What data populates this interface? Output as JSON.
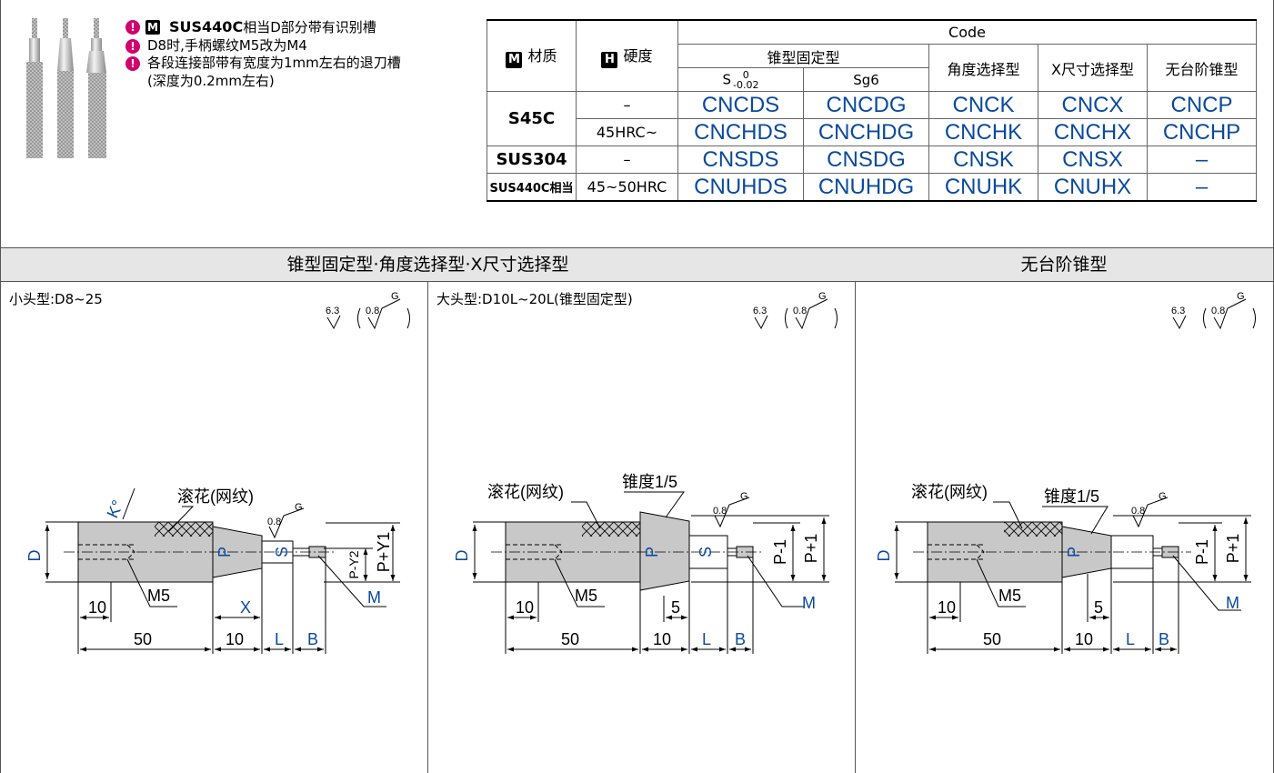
{
  "notes": [
    {
      "mark": "M",
      "bold": "SUS440C",
      "text": "相当D部分带有识别槽"
    },
    {
      "text": "D8时,手柄螺纹M5改为M4"
    },
    {
      "text": "各段连接部带有宽度为1mm左右的退刀槽"
    },
    {
      "text": "(深度为0.2mm左右)"
    }
  ],
  "table": {
    "mat_label": "材质",
    "hard_label": "硬度",
    "mat_icon": "M",
    "hard_icon": "H",
    "code": "Code",
    "taper_fixed": "锥型固定型",
    "s_tol": "S",
    "s_sup": "0",
    "s_sub": "-0.02",
    "sg6": "Sg6",
    "angle": "角度选择型",
    "xsize": "X尺寸选择型",
    "nostep": "无台阶锥型",
    "rows": [
      {
        "mat": "S45C",
        "hard": "–",
        "c1": "CNCDS",
        "c2": "CNCDG",
        "c3": "CNCK",
        "c4": "CNCX",
        "c5": "CNCP"
      },
      {
        "mat": "",
        "hard": "45HRC~",
        "c1": "CNCHDS",
        "c2": "CNCHDG",
        "c3": "CNCHK",
        "c4": "CNCHX",
        "c5": "CNCHP"
      },
      {
        "mat": "SUS304",
        "hard": "–",
        "c1": "CNSDS",
        "c2": "CNSDG",
        "c3": "CNSK",
        "c4": "CNSX",
        "c5": "–"
      },
      {
        "mat": "SUS440C相当",
        "hard": "45~50HRC",
        "c1": "CNUHDS",
        "c2": "CNUHDG",
        "c3": "CNUHK",
        "c4": "CNUHX",
        "c5": "–"
      }
    ]
  },
  "panels": {
    "left_title": "锥型固定型·角度选择型·X尺寸选择型",
    "right_title": "无台阶锥型",
    "sub1": "小头型:D8~25",
    "sub2": "大头型:D10L~20L(锥型固定型)"
  },
  "drawing": {
    "rough1": "6.3",
    "rough2": "0.8",
    "g": "G",
    "knurl": "滚花(网纹)",
    "taper": "锥度1/5",
    "D": "D",
    "P": "P",
    "S": "S",
    "M": "M",
    "K": "K°",
    "M5": "M5",
    "X": "X",
    "L": "L",
    "B": "B",
    "dim10": "10",
    "dim50": "50",
    "dim5": "5",
    "py2": "P-Y2",
    "py1": "P+Y1",
    "pm1": "P-1",
    "pp1": "P+1"
  },
  "colors": {
    "code_blue": "#0a4a9c",
    "dim_blue": "#0a4a9c",
    "alert": "#d0006f"
  }
}
